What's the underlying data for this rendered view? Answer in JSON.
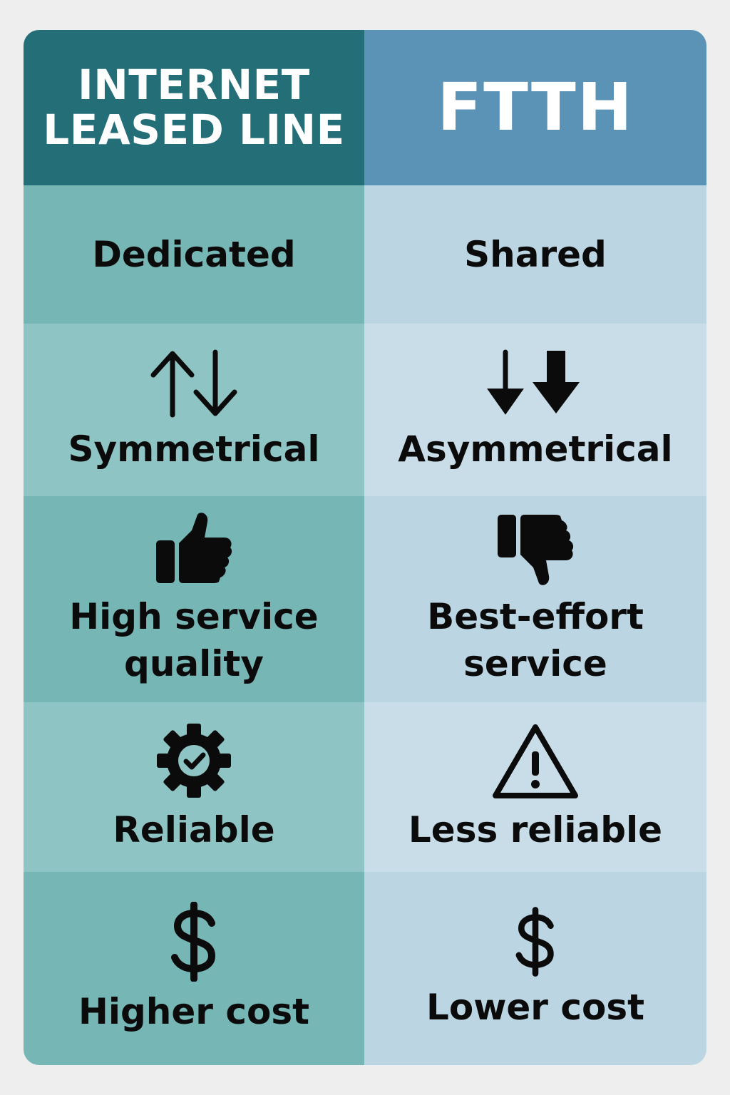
{
  "header": {
    "left_title_line1": "INTERNET",
    "left_title_line2": "LEASED LINE",
    "right_title": "FTTH"
  },
  "rows": [
    {
      "left": {
        "label": "Dedicated"
      },
      "right": {
        "label": "Shared"
      }
    },
    {
      "left": {
        "label": "Symmetrical",
        "icon": "up-down-arrows-icon"
      },
      "right": {
        "label": "Asymmetrical",
        "icon": "down-arrows-icon"
      }
    },
    {
      "left": {
        "label_line1": "High service",
        "label_line2": "quality",
        "icon": "thumbs-up-icon"
      },
      "right": {
        "label_line1": "Best-effort",
        "label_line2": "service",
        "icon": "thumbs-down-icon"
      }
    },
    {
      "left": {
        "label": "Reliable",
        "icon": "gear-check-icon"
      },
      "right": {
        "label": "Less reliable",
        "icon": "warning-icon"
      }
    },
    {
      "left": {
        "label": "Higher cost",
        "icon": "dollar-icon"
      },
      "right": {
        "label": "Lower cost",
        "icon": "dollar-icon"
      }
    }
  ],
  "colors": {
    "left_header": "#246e77",
    "right_header": "#5b93b7",
    "left_row_a": "#76b6b5",
    "left_row_b": "#8ec4c3",
    "right_row_a": "#bbd5e3",
    "right_row_b": "#c8dde8"
  }
}
